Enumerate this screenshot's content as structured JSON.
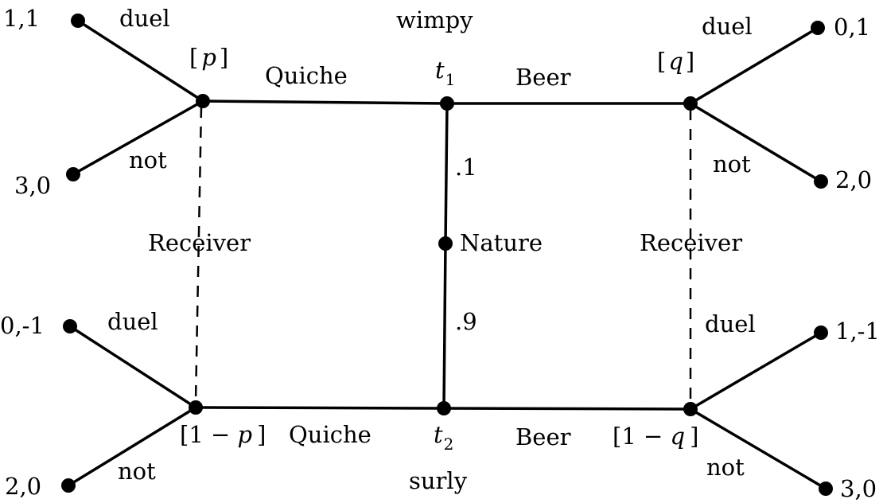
{
  "types": {
    "top": {
      "name": "wimpy",
      "node": "t",
      "sub": "1",
      "prob": ".1"
    },
    "bottom": {
      "name": "surly",
      "node": "t",
      "sub": "2",
      "prob": ".9"
    },
    "nature": "Nature"
  },
  "messages": {
    "left": "Quiche",
    "right": "Beer"
  },
  "receiver": {
    "label": "Receiver",
    "beliefs": {
      "p": {
        "open": "[",
        "var": "p",
        "close": "]"
      },
      "one_minus_p": {
        "open": "[1 − ",
        "var": "p",
        "close": "]"
      },
      "q": {
        "open": "[",
        "var": "q",
        "close": "]"
      },
      "one_minus_q": {
        "open": "[1 − ",
        "var": "q",
        "close": "]"
      }
    }
  },
  "actions": {
    "duel": "duel",
    "not": "not"
  },
  "payoffs": {
    "top_left_duel": "1,1",
    "top_left_not": "3,0",
    "top_right_duel": "0,1",
    "top_right_not": "2,0",
    "bottom_left_duel": "0,-1",
    "bottom_left_not": "2,0",
    "bottom_right_duel": "1,-1",
    "bottom_right_not": "3,0"
  }
}
